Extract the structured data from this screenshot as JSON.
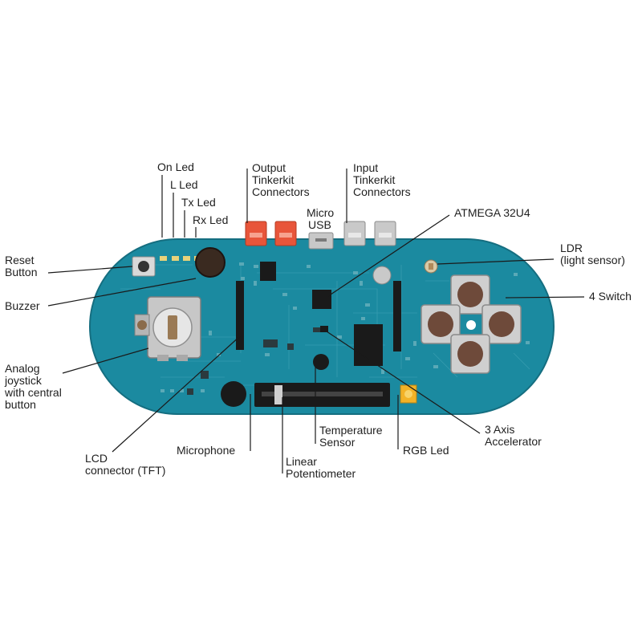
{
  "labels": {
    "on_led": "On Led",
    "l_led": "L Led",
    "tx_led": "Tx Led",
    "rx_led": "Rx Led",
    "output_tinkerkit": [
      "Output",
      "Tinkerkit",
      "Connectors"
    ],
    "input_tinkerkit": [
      "Input",
      "Tinkerkit",
      "Connectors"
    ],
    "micro_usb": [
      "Micro",
      "USB"
    ],
    "atmega": "ATMEGA 32U4",
    "ldr": [
      "LDR",
      "(light sensor)"
    ],
    "reset_button": [
      "Reset",
      "Button"
    ],
    "buzzer": "Buzzer",
    "four_switch": "4 Switch",
    "analog_joystick": [
      "Analog",
      "joystick",
      "with central",
      "button"
    ],
    "lcd_connector": [
      "LCD",
      "connector (TFT)"
    ],
    "microphone": "Microphone",
    "linear_potentiometer": [
      "Linear",
      "Potentiometer"
    ],
    "temperature_sensor": [
      "Temperature",
      "Sensor"
    ],
    "rgb_led": "RGB Led",
    "accelerometer": [
      "3 Axis",
      "Accelerator"
    ]
  },
  "colors": {
    "board": "#1b8aa0",
    "board_edge": "#156e80",
    "chip": "#1a1a1a",
    "connector_output": "#e8553a",
    "connector_input": "#c9c9c9",
    "button_cap": "#6e4a3a",
    "rgb_led": "#f2b227",
    "label_text": "#1f1f1f"
  }
}
